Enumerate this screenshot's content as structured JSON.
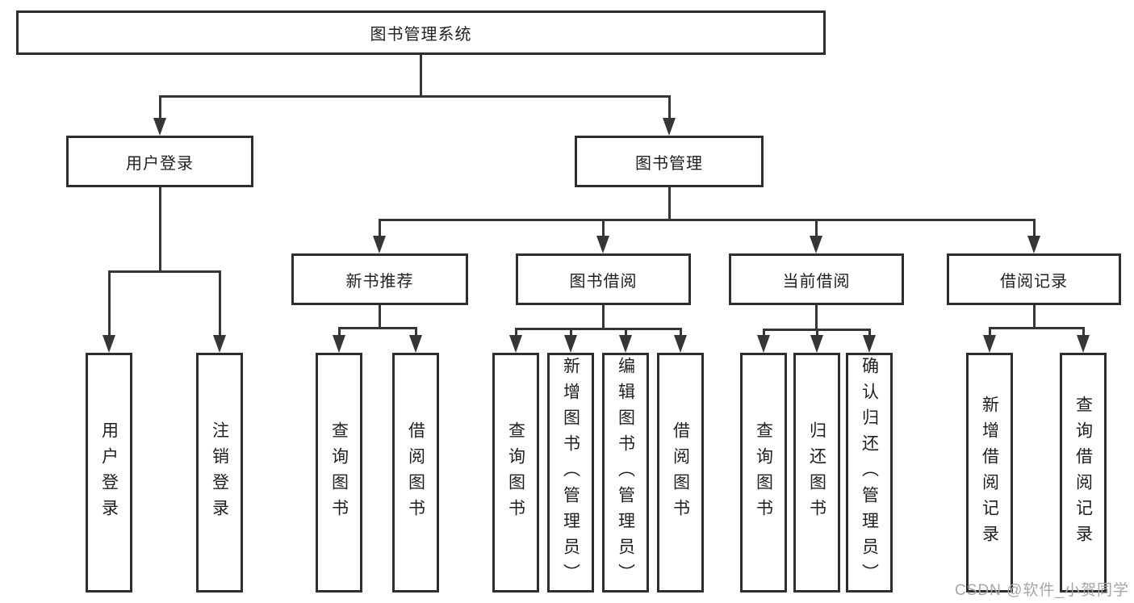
{
  "page": {
    "watermark": "CSDN @软件_小贺同学"
  },
  "diagram": {
    "root": {
      "label": "图书管理系统"
    },
    "level2": {
      "user_login": {
        "label": "用户登录"
      },
      "book_mgmt": {
        "label": "图书管理"
      }
    },
    "level3": {
      "new_books": {
        "label": "新书推荐"
      },
      "borrowing": {
        "label": "图书借阅"
      },
      "current": {
        "label": "当前借阅"
      },
      "records": {
        "label": "借阅记录"
      }
    },
    "leaves": {
      "user_login": [
        "用户登录",
        "注销登录"
      ],
      "new_books": [
        "查询图书",
        "借阅图书"
      ],
      "borrowing": [
        "查询图书",
        "新增图书（管理员）",
        "编辑图书（管理员）",
        "借阅图书"
      ],
      "current": [
        "查询图书",
        "归还图书",
        "确认归还（管理员）"
      ],
      "records": [
        "新增借阅记录",
        "查询借阅记录"
      ]
    },
    "colors": {
      "box_border": "#2e2e2e",
      "connector": "#363636",
      "text": "#1f1f1f",
      "watermark": "#a6a6a6"
    }
  }
}
